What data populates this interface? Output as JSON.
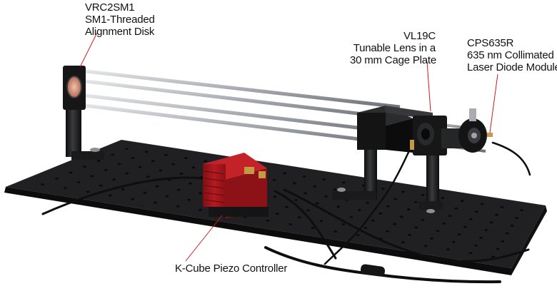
{
  "callouts": {
    "alignment_disk": {
      "part": "VRC2SM1",
      "line2": "SM1-Threaded",
      "line3": "Alignment Disk"
    },
    "tunable_lens": {
      "part": "VL19C",
      "line2": "Tunable Lens in a",
      "line3": "30 mm Cage Plate"
    },
    "laser_module": {
      "part": "CPS635R",
      "line2": "635 nm Collimated",
      "line3": "Laser Diode Module"
    },
    "piezo_controller": {
      "label": "K-Cube Piezo Controller"
    }
  },
  "colors": {
    "breadboard": "#1d1d1f",
    "controller": "#a8161c",
    "leader_line": "#d11a1a",
    "rods": "#b9bcc0"
  }
}
